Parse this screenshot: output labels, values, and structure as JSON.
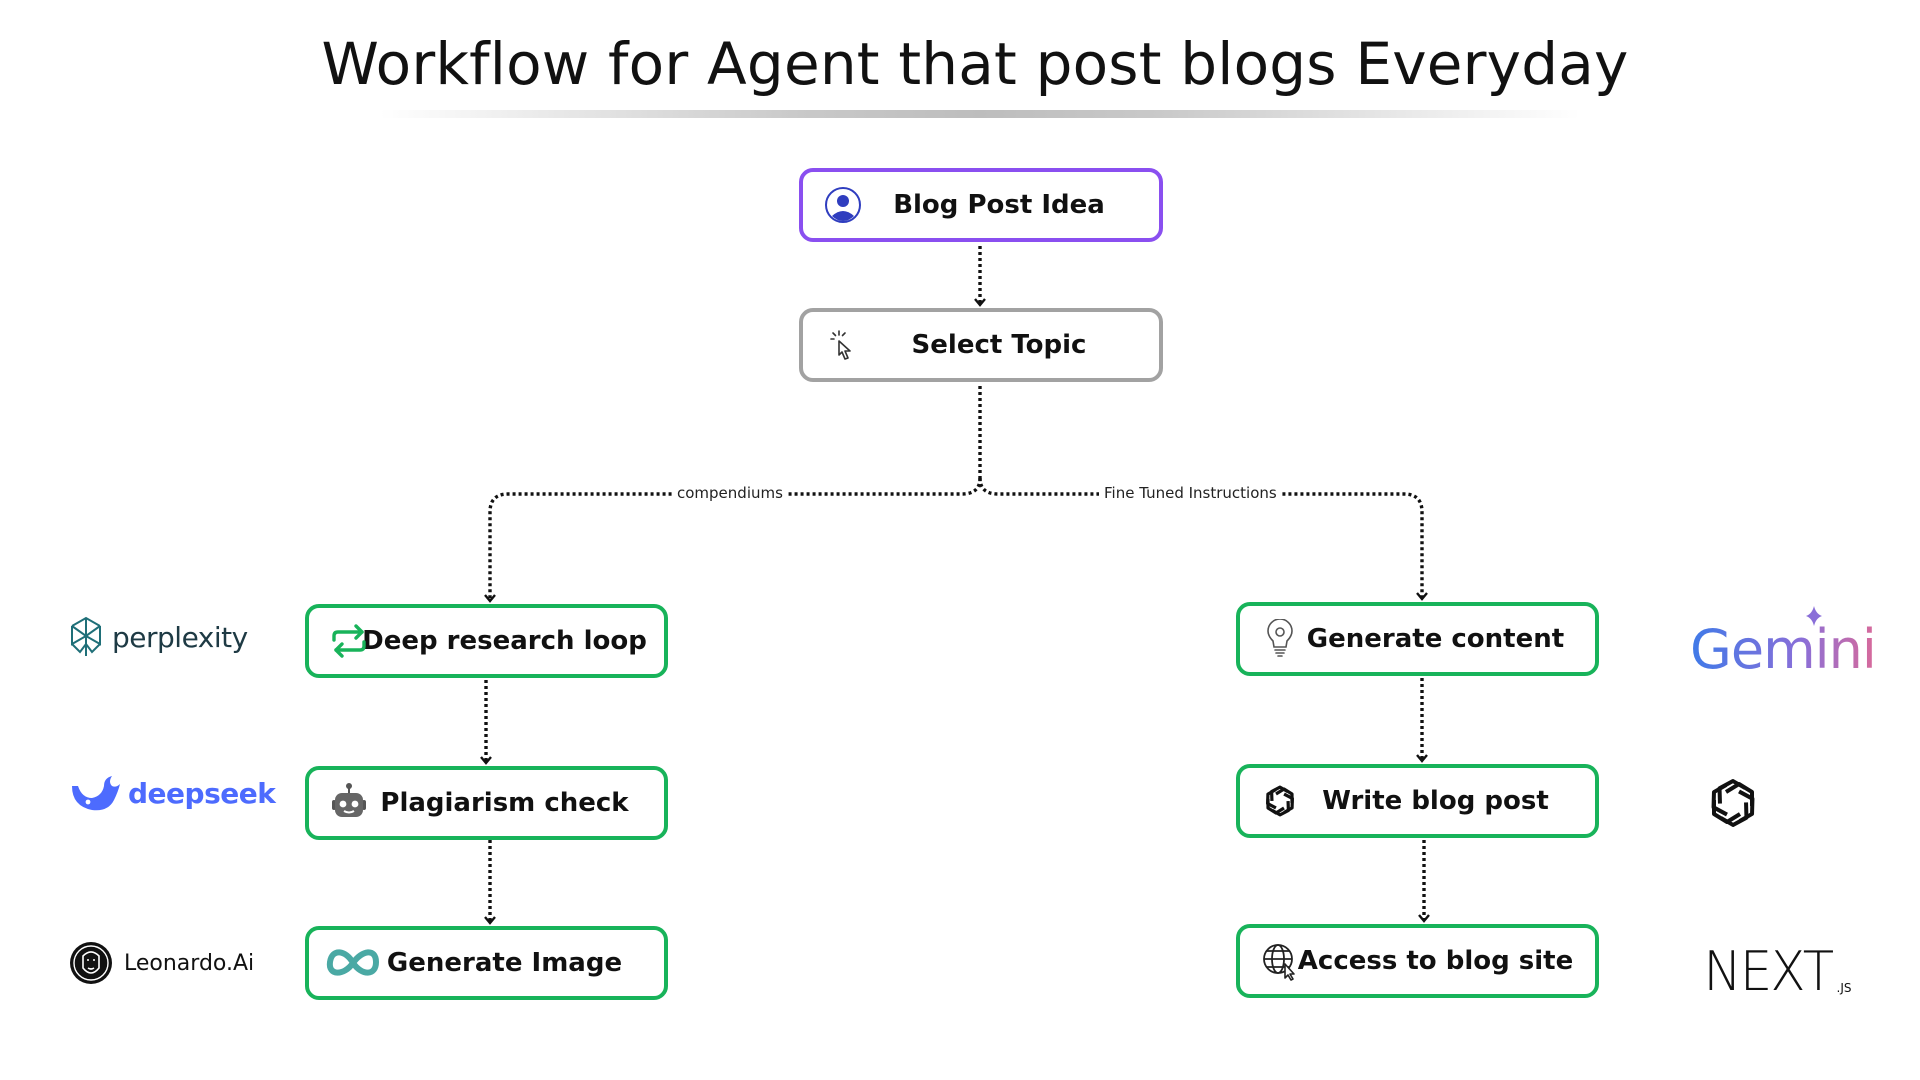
{
  "title": "Workflow for Agent that post blogs Everyday",
  "edges": {
    "left_label": "compendiums",
    "right_label": "Fine Tuned Instructions"
  },
  "nodes": {
    "blog_post_idea": {
      "label": "Blog Post Idea",
      "icon": "user-icon",
      "color": "#8a4ff0"
    },
    "select_topic": {
      "label": "Select Topic",
      "icon": "pointer-click-icon",
      "color": "#a2a2a2"
    },
    "deep_research": {
      "label": "Deep research loop",
      "icon": "loop-arrows-icon",
      "color": "#18b35a"
    },
    "plagiarism": {
      "label": "Plagiarism check",
      "icon": "robot-icon",
      "color": "#18b35a"
    },
    "generate_image": {
      "label": "Generate Image",
      "icon": "meta-infinity-icon",
      "color": "#18b35a"
    },
    "generate_content": {
      "label": "Generate content",
      "icon": "lightbulb-icon",
      "color": "#18b35a"
    },
    "write_blog": {
      "label": "Write blog post",
      "icon": "openai-icon",
      "color": "#18b35a"
    },
    "access_site": {
      "label": "Access to blog site",
      "icon": "globe-cursor-icon",
      "color": "#18b35a"
    }
  },
  "logos": {
    "perplexity": "perplexity",
    "deepseek": "deepseek",
    "leonardo": "Leonardo.Ai",
    "gemini": "Gemini",
    "openai": "openai-logo",
    "next": "NEXT",
    "next_suffix": ".JS"
  }
}
